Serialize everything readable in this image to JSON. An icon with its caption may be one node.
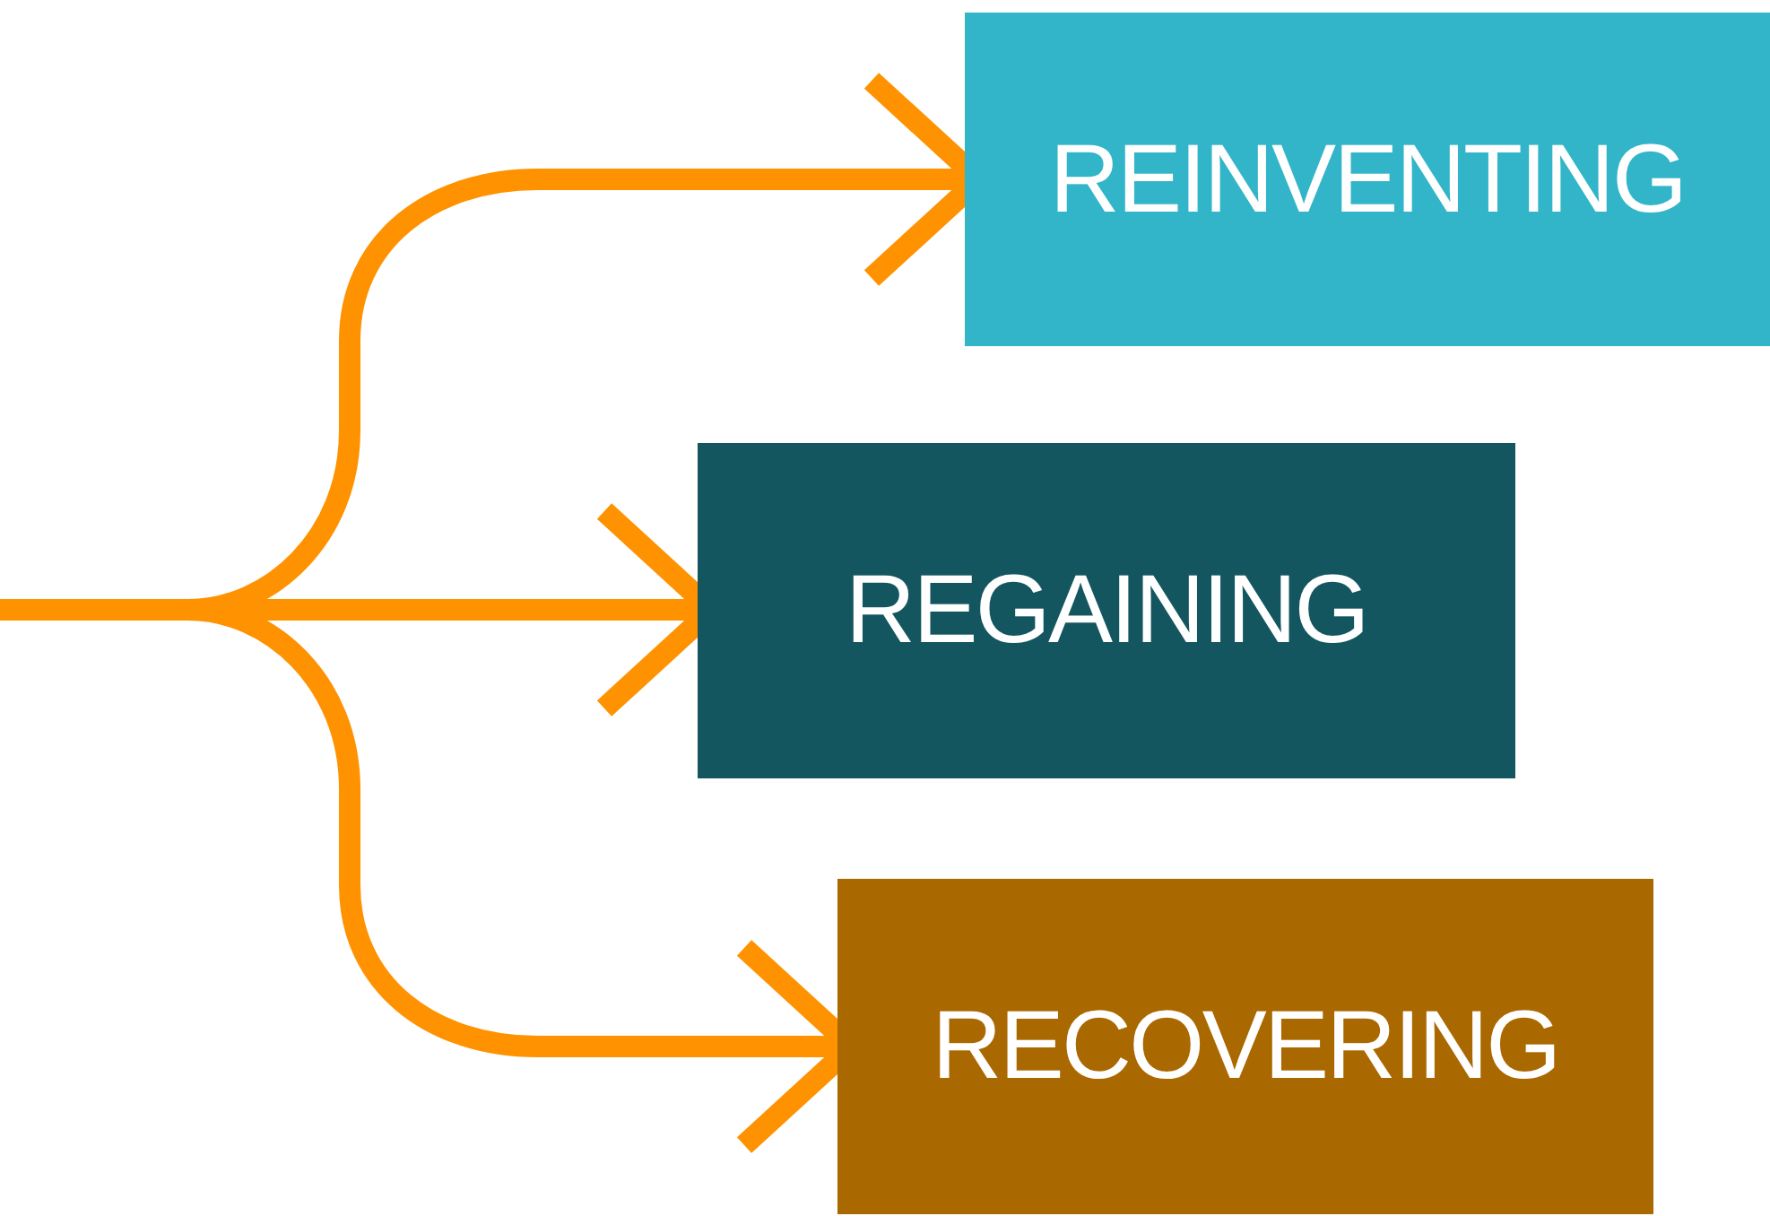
{
  "diagram": {
    "nodes": [
      {
        "text": [
          "REINVENTING"
        ]
      },
      {
        "text": [
          "REGAINING"
        ]
      },
      {
        "text": [
          "RECOVERING"
        ]
      }
    ],
    "edges": [
      {
        "from": null,
        "to": 0,
        "arrow": "to"
      },
      {
        "from": null,
        "to": 1,
        "arrow": "to"
      },
      {
        "from": null,
        "to": 2,
        "arrow": "to"
      }
    ]
  }
}
